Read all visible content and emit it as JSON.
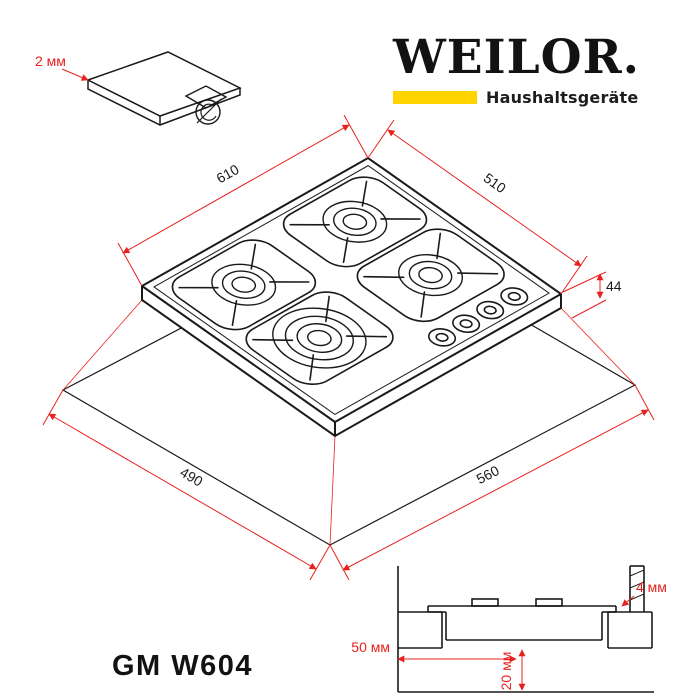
{
  "brand": {
    "logo": "WEILOR.",
    "tagline": "Haushaltsgeräte"
  },
  "model_label": "GM W604",
  "colors": {
    "ink": "#1a1a1a",
    "dimension_red": "#e8211d",
    "brand_yellow": "#ffd400"
  },
  "isometric_view": {
    "appliance_width": "610",
    "appliance_depth": "510",
    "appliance_height": "44",
    "cutout_depth": "490",
    "cutout_width": "560"
  },
  "edge_detail": {
    "edge_thickness": "2 мм"
  },
  "installation_section": {
    "left_clearance": "50 мм",
    "right_clearance": "4 мм",
    "bottom_clearance": "20 мм"
  }
}
